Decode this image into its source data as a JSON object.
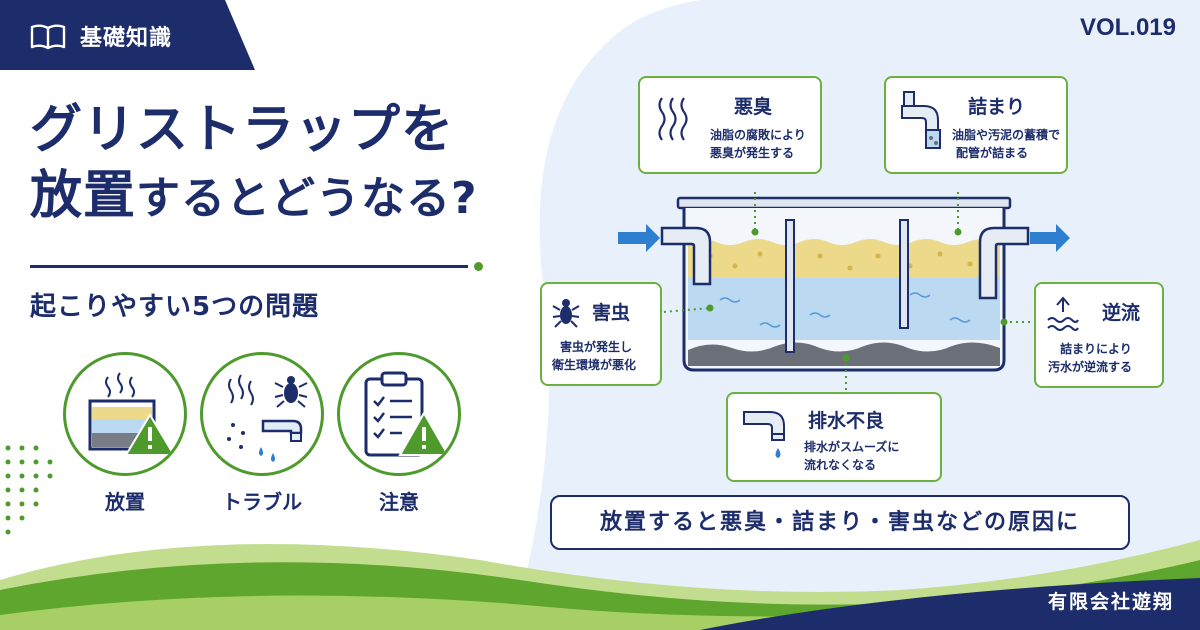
{
  "header": {
    "category_label": "基礎知識",
    "category_icon": "book-icon",
    "volume": "VOL.019"
  },
  "title": {
    "line1": "グリストラップを",
    "line2_big": "放置",
    "line2_rest": "するとどうなる?"
  },
  "subtitle": "起こりやすい5つの問題",
  "summary_items": [
    {
      "label": "放置",
      "icon": "grease-trap-warning-icon"
    },
    {
      "label": "トラブル",
      "icon": "trouble-icon"
    },
    {
      "label": "注意",
      "icon": "clipboard-warning-icon"
    }
  ],
  "problems": {
    "odor": {
      "title": "悪臭",
      "desc1": "油脂の腐敗により",
      "desc2": "悪臭が発生する",
      "icon": "odor-icon"
    },
    "clog": {
      "title": "詰まり",
      "desc1": "油脂や汚泥の蓄積で",
      "desc2": "配管が詰まる",
      "icon": "pipe-clog-icon"
    },
    "pests": {
      "title": "害虫",
      "desc1": "害虫が発生し",
      "desc2": "衛生環境が悪化",
      "icon": "bug-icon"
    },
    "backflow": {
      "title": "逆流",
      "desc1": "詰まりにより",
      "desc2": "汚水が逆流する",
      "icon": "backflow-icon"
    },
    "drainage": {
      "title": "排水不良",
      "desc1": "排水がスムーズに",
      "desc2": "流れなくなる",
      "icon": "faucet-drip-icon"
    }
  },
  "banner": "放置すると悪臭・詰まり・害虫などの原因に",
  "company": "有限会社遊翔",
  "colors": {
    "navy": "#1d2d6b",
    "green": "#4e9a2d",
    "light_green": "#6bb040",
    "blue_bg": "#e8f0fb",
    "water": "#bcd9f2",
    "grease": "#ecd98a"
  }
}
